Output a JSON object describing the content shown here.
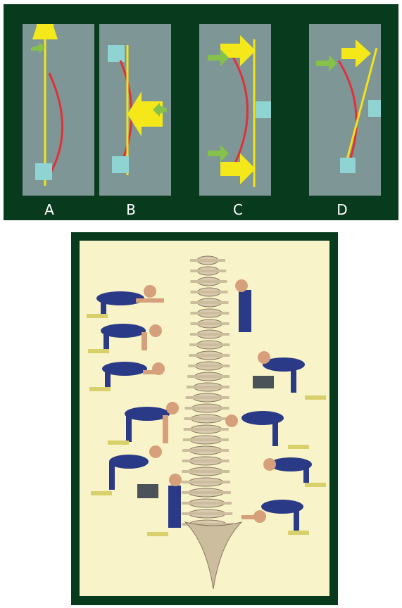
{
  "diagram_labels": [
    "A",
    "B",
    "C",
    "D"
  ],
  "colors": {
    "frame": "#083b1e",
    "card": "#7e9696",
    "spine_line": "#f2e21b",
    "curve": "#e0303a",
    "force_arrow": "#f5e81a",
    "small_arrow": "#86c24a",
    "marker": "#8fd4d2",
    "poster_bg": "#f8f3c8",
    "bodysuit": "#2a3a86",
    "skin": "#d7a07c",
    "bone": "#d9cbb0"
  }
}
